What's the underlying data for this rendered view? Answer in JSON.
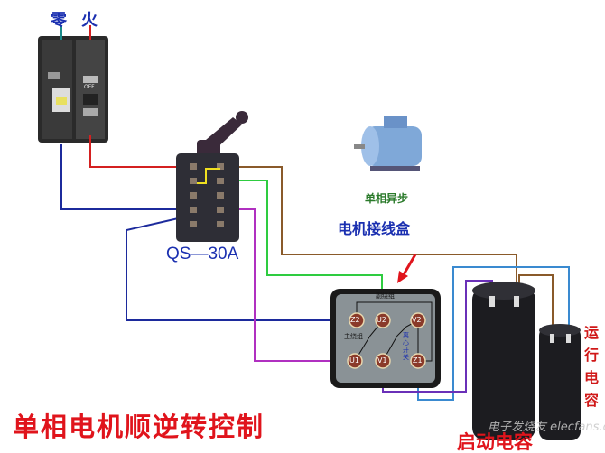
{
  "title": "单相电机顺逆转控制",
  "breaker": {
    "neutral_label": "零",
    "live_label": "火",
    "off_text": "OFF"
  },
  "switch": {
    "model": "QS—30A"
  },
  "motor": {
    "label": "单相异步"
  },
  "junction_box": {
    "label": "电机接线盒",
    "aux_winding": "副绕组",
    "main_winding": "主绕组",
    "centrifugal_switch": "离心开关",
    "terminals": [
      "Z2",
      "U2",
      "V2",
      "U1",
      "V1",
      "Z1"
    ]
  },
  "run_capacitor": {
    "label": "运行电容"
  },
  "start_capacitor": {
    "label": "启动电容"
  },
  "watermark": "电子发烧友 elecfans.com",
  "colors": {
    "title": "#e0141c",
    "label_blue": "#1a2fb0",
    "red_wire": "#d42020",
    "navy_wire": "#1c2a9c",
    "brown_wire": "#8a5a2a",
    "green_wire": "#2ecc40",
    "magenta_wire": "#b030c0",
    "lightblue_wire": "#3a8ad0",
    "purple_wire": "#6a30b8",
    "yellow_wire": "#f0e020"
  }
}
